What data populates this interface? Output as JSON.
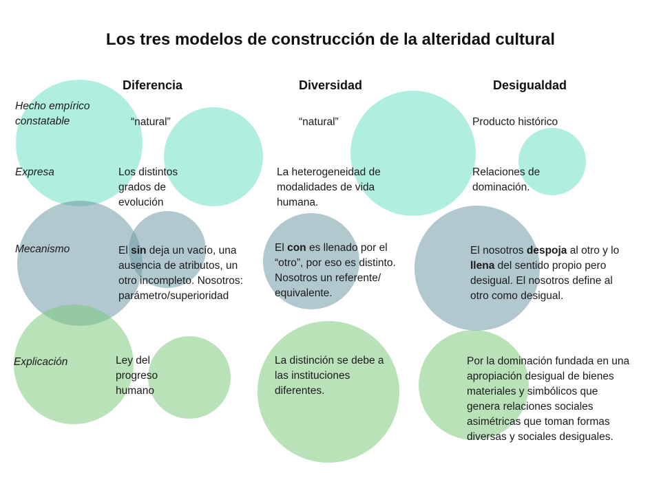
{
  "title": "Los tres modelos de construcción de la alteridad cultural",
  "headers": {
    "diferencia": "Diferencia",
    "diversidad": "Diversidad",
    "desigualdad": "Desigualdad"
  },
  "rows": {
    "hecho": {
      "label": "Hecho empírico constatable",
      "diferencia": "“natural”",
      "diversidad": "“natural”",
      "desigualdad": "Producto histórico"
    },
    "expresa": {
      "label": "Expresa",
      "diferencia": "Los distintos grados de evolución",
      "diversidad": "La heterogeneidad de modalidades de vida humana.",
      "desigualdad": "Relaciones de dominación."
    },
    "mecanismo": {
      "label": "Mecanismo",
      "diferencia": {
        "pre": "El ",
        "bold": "sin",
        "post": " deja un vacío, una ausencia de atributos, un otro incompleto. Nosotros: parámetro/superioridad"
      },
      "diversidad": {
        "pre": "El ",
        "bold": "con",
        "post": " es llenado por el “otro”, por eso es distinto. Nosotros un referente/ equivalente."
      },
      "desigualdad": {
        "pre": "El nosotros ",
        "bold1": "despoja",
        "mid": " al otro y lo ",
        "bold2": "llena",
        "post": " del sentido propio pero desigual. El nosotros define al otro como desigual."
      }
    },
    "explicacion": {
      "label": "Explicación",
      "diferencia": "Ley del progreso humano",
      "diversidad": "La distinción se debe a las instituciones diferentes.",
      "desigualdad": "Por la dominación fundada en una apropiación desigual de bienes materiales y simbólicos que genera relaciones sociales asimétricas que toman formas diversas y sociales desiguales."
    }
  },
  "colors": {
    "teal": "#6fe0c4",
    "slate": "#6f9ba6",
    "green": "#7fca7f"
  }
}
